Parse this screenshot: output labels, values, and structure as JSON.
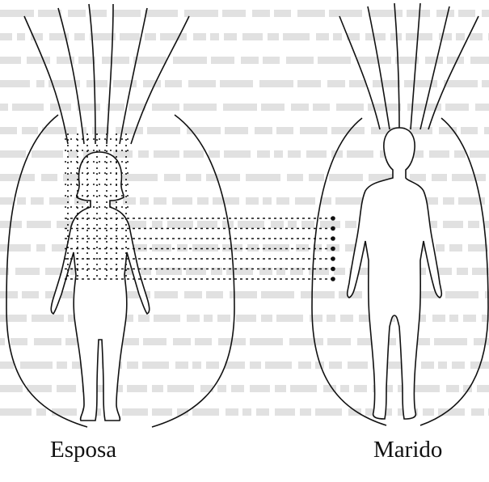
{
  "labels": {
    "left_figure": "Esposa",
    "right_figure": "Marido"
  },
  "colors": {
    "background": "#ffffff",
    "lines": "#111111",
    "text_background": "#c9c9c9"
  },
  "connection": {
    "dotted_lines": 7
  }
}
